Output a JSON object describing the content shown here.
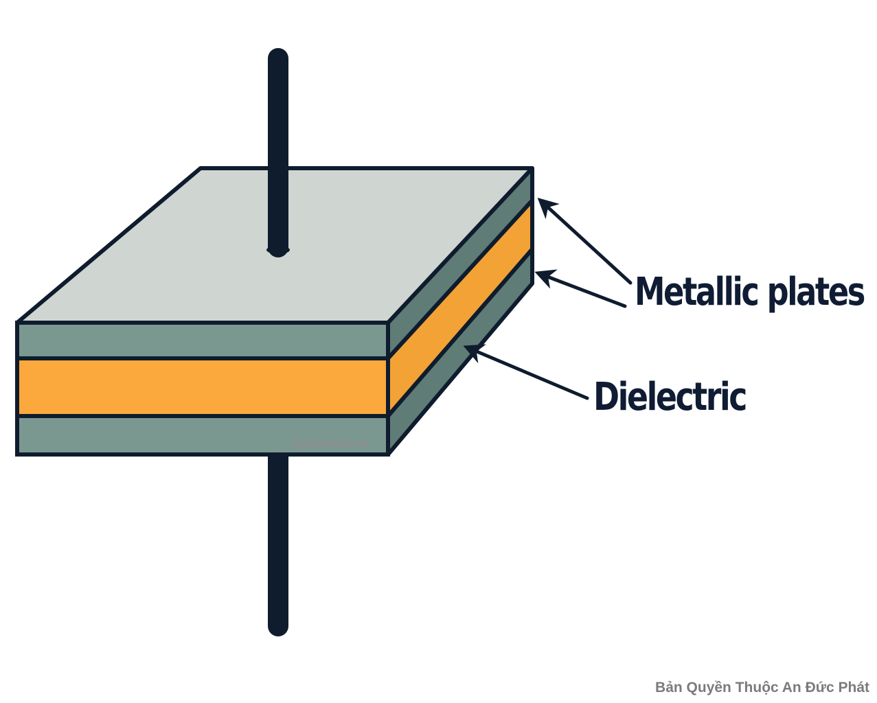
{
  "labels": {
    "metallic_plates": "Metallic plates",
    "dielectric": "Dielectric"
  },
  "watermark": "nguonled.vn",
  "copyright": "Bản Quyền Thuộc An Đức Phát",
  "colors": {
    "outline": "#0f1c2e",
    "top_face": "#cfd5d1",
    "plate_front": "#7a9890",
    "plate_side": "#5f7c76",
    "dielectric_front": "#fba93d",
    "dielectric_side": "#f3a235",
    "lead": "#0f1c2e",
    "background": "#ffffff"
  }
}
